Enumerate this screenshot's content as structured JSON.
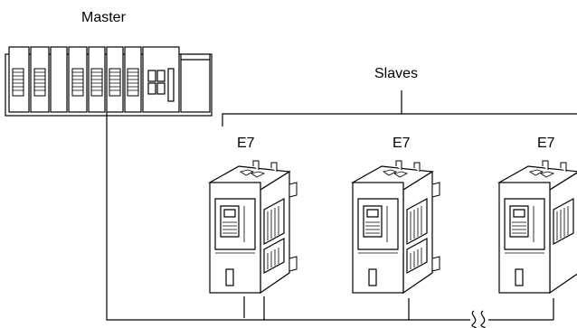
{
  "master": {
    "label": "Master"
  },
  "slaves": {
    "label": "Slaves"
  },
  "drives": [
    {
      "label": "E7"
    },
    {
      "label": "E7"
    },
    {
      "label": "E7"
    }
  ],
  "colors": {
    "line": "#000000",
    "background": "#ffffff"
  }
}
